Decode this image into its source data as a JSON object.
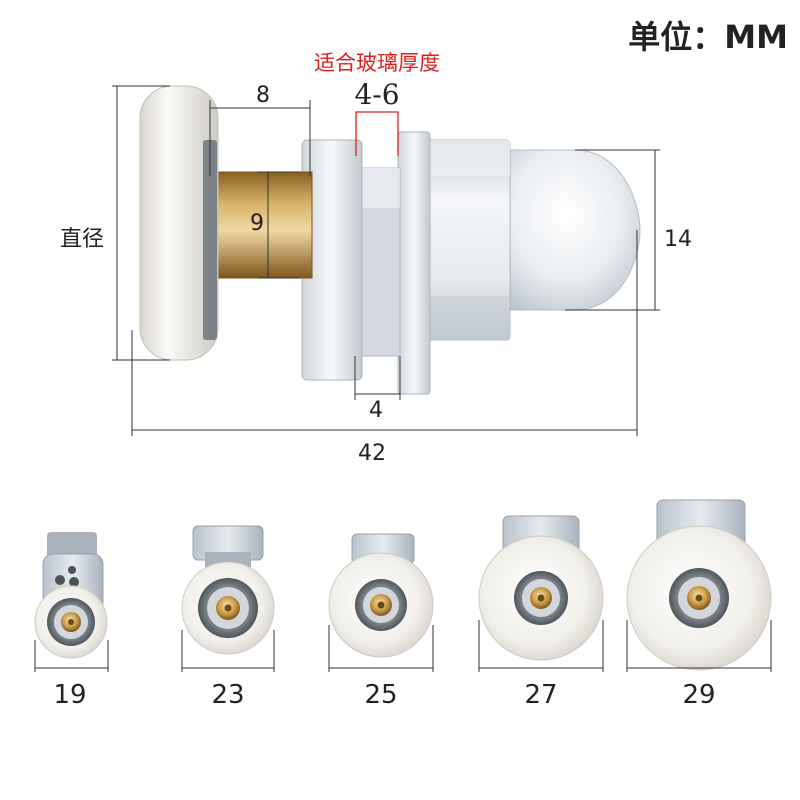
{
  "unit_label": "单位：MM",
  "glass_thickness": {
    "caption": "适合玻璃厚度",
    "range": "4-6"
  },
  "dimensions": {
    "shaft_length": "8",
    "shaft_diameter": "9",
    "wheel_diameter_label": "直径",
    "cap_height": "14",
    "groove_width": "4",
    "overall_length": "42"
  },
  "variants": [
    {
      "diameter": "19"
    },
    {
      "diameter": "23"
    },
    {
      "diameter": "25"
    },
    {
      "diameter": "27"
    },
    {
      "diameter": "29"
    }
  ],
  "colors": {
    "accent_red": "#e02020",
    "dimension_line": "#333333",
    "roller_white": "#f2f0ea",
    "plastic_grey": "#d8dde2",
    "brass": "#b8893a"
  }
}
